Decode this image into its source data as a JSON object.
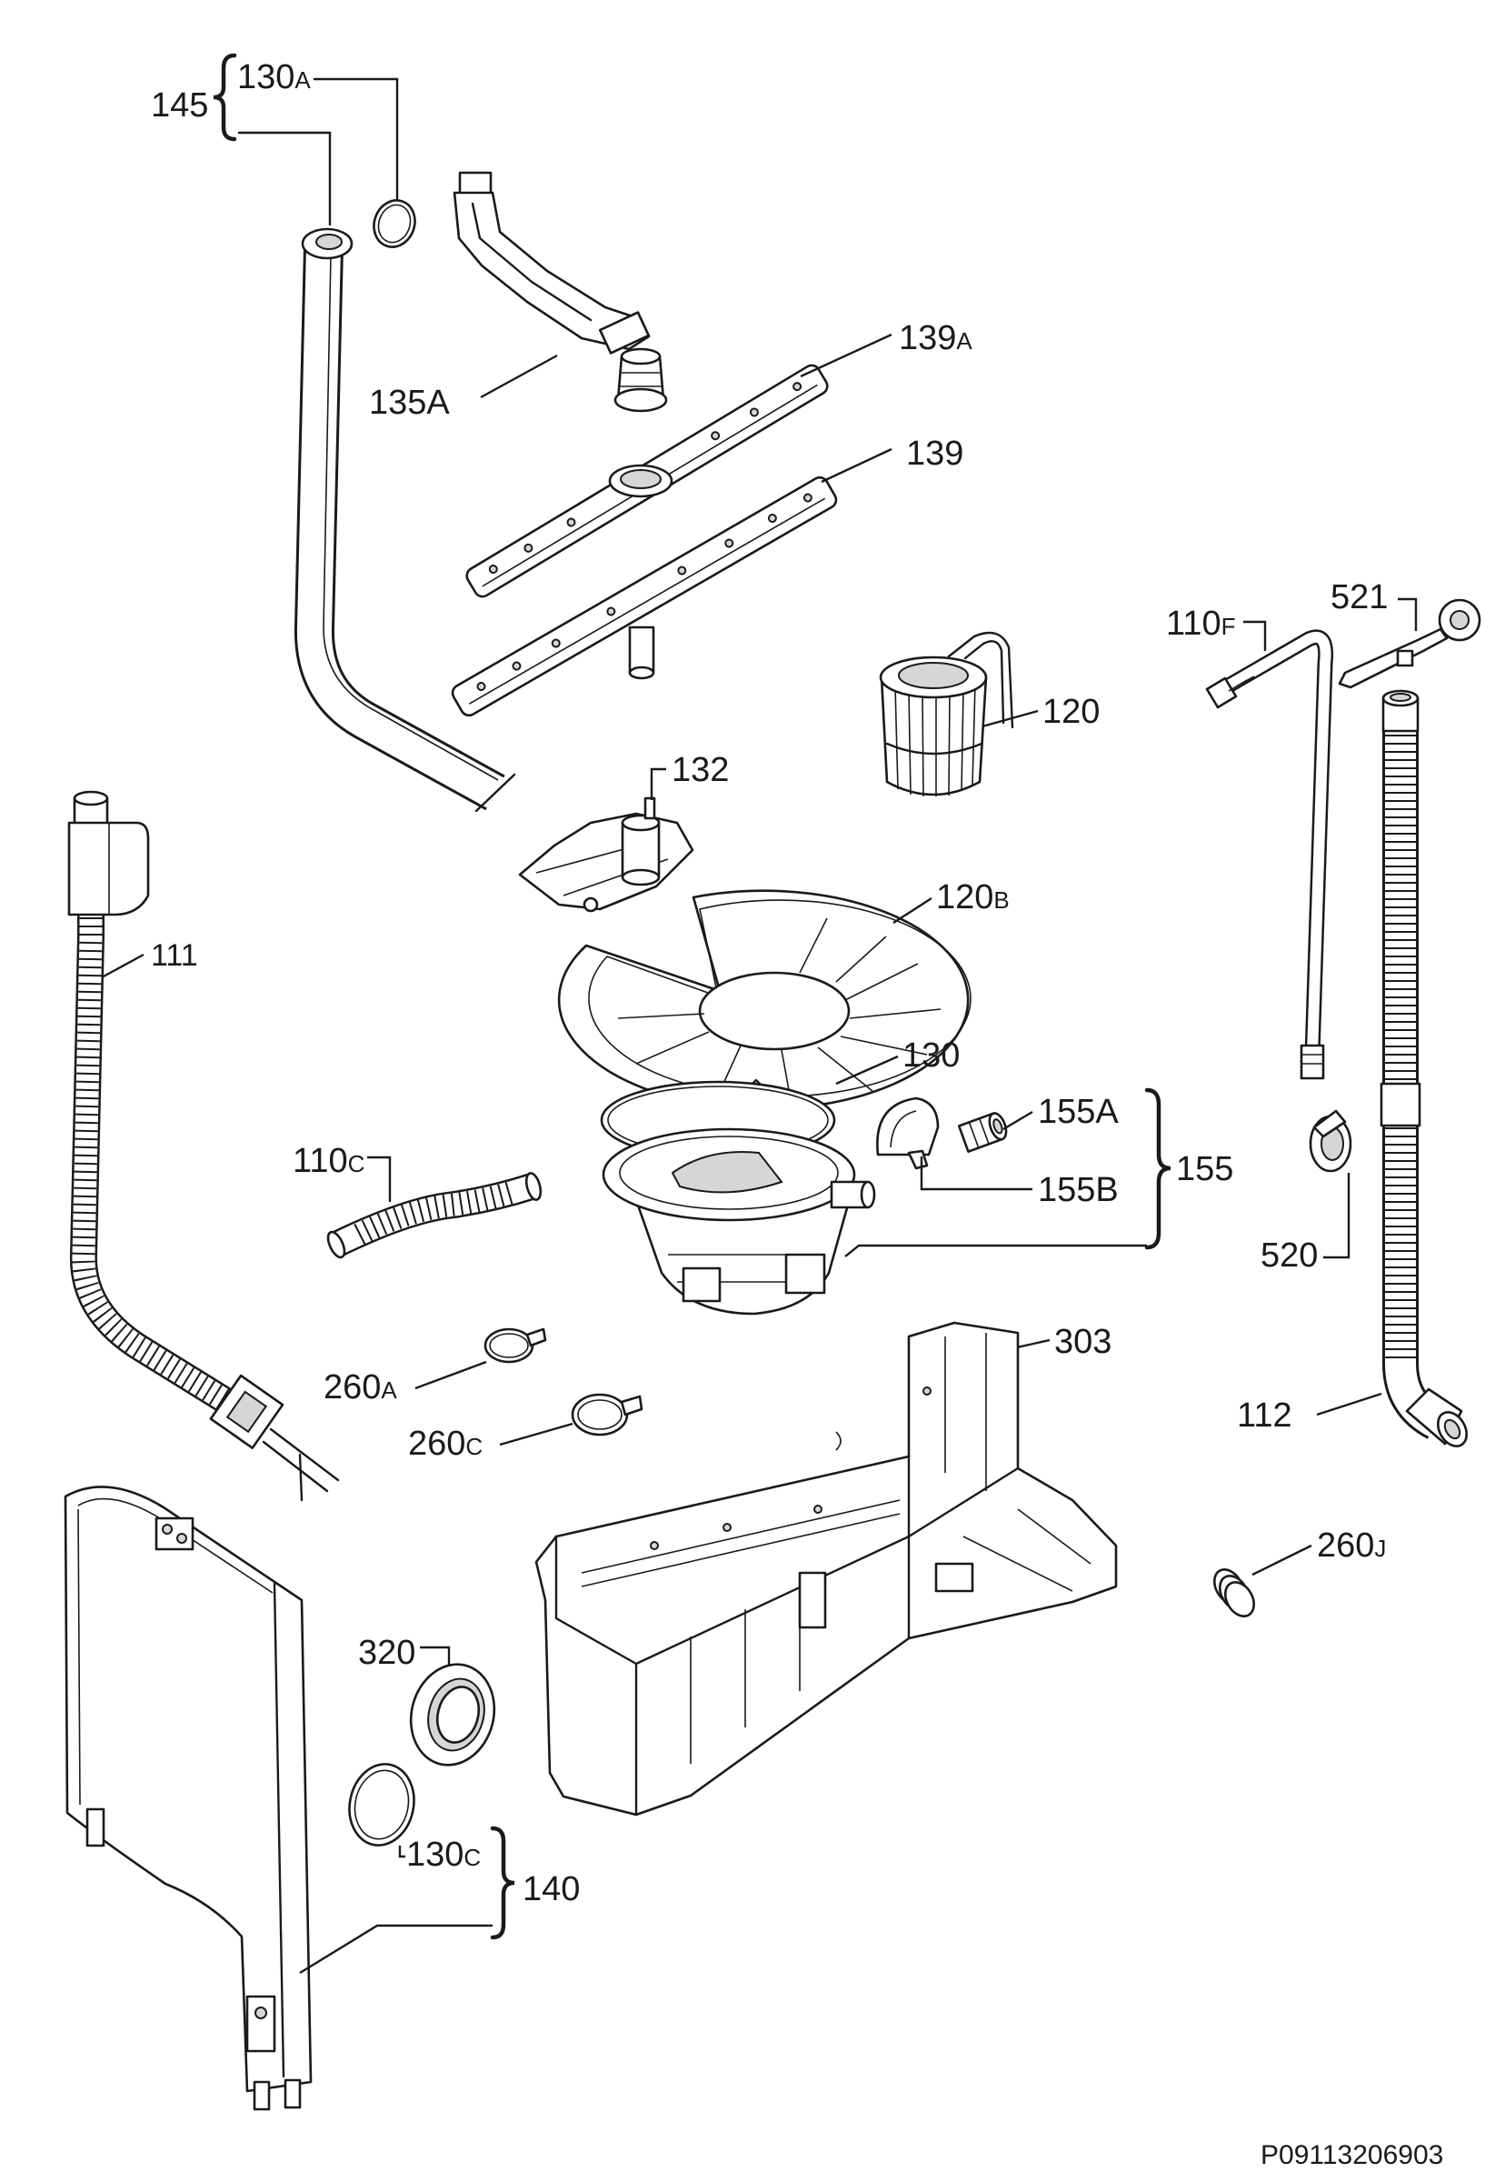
{
  "diagram": {
    "labels": {
      "p145": {
        "text": "145"
      },
      "p130a": {
        "text": "130",
        "sub": "A"
      },
      "p135a": {
        "text": "135A"
      },
      "p139a": {
        "text": "139",
        "sub": "A"
      },
      "p139": {
        "text": "139"
      },
      "p110f": {
        "text": "110",
        "sub": "F"
      },
      "p521": {
        "text": "521"
      },
      "p120": {
        "text": "120"
      },
      "p132": {
        "text": "132"
      },
      "p111": {
        "text": "111"
      },
      "p120b": {
        "text": "120",
        "sub": "B"
      },
      "p130": {
        "text": "130"
      },
      "p155a": {
        "text": "155A"
      },
      "p155b": {
        "text": "155B"
      },
      "p155": {
        "text": "155"
      },
      "p110c": {
        "text": "110",
        "sub": "C"
      },
      "p520": {
        "text": "520"
      },
      "p303": {
        "text": "303"
      },
      "p260a": {
        "text": "260",
        "sub": "A"
      },
      "p260c": {
        "text": "260",
        "sub": "C"
      },
      "p112": {
        "text": "112"
      },
      "p260j": {
        "text": "260",
        "sub": "J"
      },
      "p320": {
        "text": "320"
      },
      "p130c": {
        "text": "130",
        "sub": "C"
      },
      "p140": {
        "text": "140"
      }
    },
    "drawing_code": "P09113206903"
  },
  "colors": {
    "line": "#1a1a1a",
    "background": "#ffffff",
    "shade": "#d6d6d6"
  }
}
